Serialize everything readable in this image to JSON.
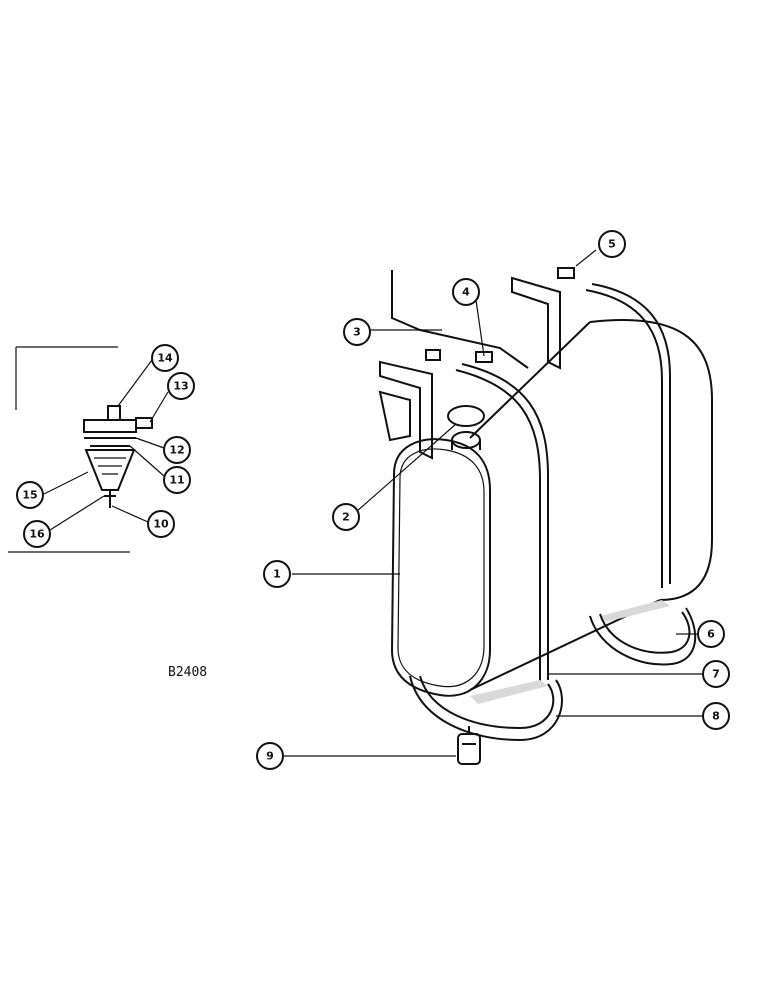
{
  "figure_code": "B2408",
  "callouts": [
    {
      "id": "1",
      "label": "1"
    },
    {
      "id": "2",
      "label": "2"
    },
    {
      "id": "3",
      "label": "3"
    },
    {
      "id": "4",
      "label": "4"
    },
    {
      "id": "5",
      "label": "5"
    },
    {
      "id": "6",
      "label": "6"
    },
    {
      "id": "7",
      "label": "7"
    },
    {
      "id": "8",
      "label": "8"
    },
    {
      "id": "9",
      "label": "9"
    },
    {
      "id": "10",
      "label": "10"
    },
    {
      "id": "11",
      "label": "11"
    },
    {
      "id": "12",
      "label": "12"
    },
    {
      "id": "13",
      "label": "13"
    },
    {
      "id": "14",
      "label": "14"
    },
    {
      "id": "15",
      "label": "15"
    },
    {
      "id": "16",
      "label": "16"
    }
  ]
}
